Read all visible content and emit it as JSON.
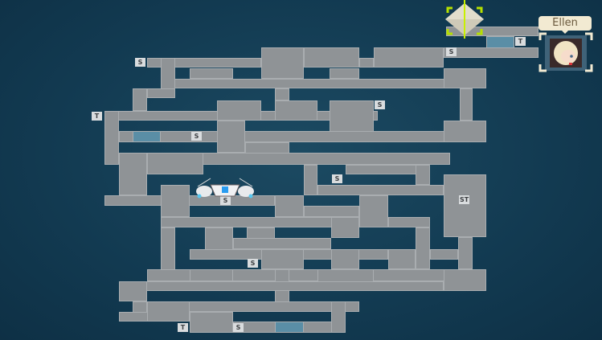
{
  "player": {
    "name": "Ellen"
  },
  "markers": [
    {
      "label": "S"
    },
    {
      "label": "T"
    },
    {
      "label": "S"
    },
    {
      "label": "T"
    },
    {
      "label": "S"
    },
    {
      "label": "S"
    },
    {
      "label": "S"
    },
    {
      "label": "ST"
    },
    {
      "label": "S"
    },
    {
      "label": "T"
    },
    {
      "label": "S"
    }
  ],
  "colors": {
    "corridor": "#8f9396",
    "water": "#5a8ea6",
    "background": "#123a51",
    "highlight": "#c8f000"
  }
}
